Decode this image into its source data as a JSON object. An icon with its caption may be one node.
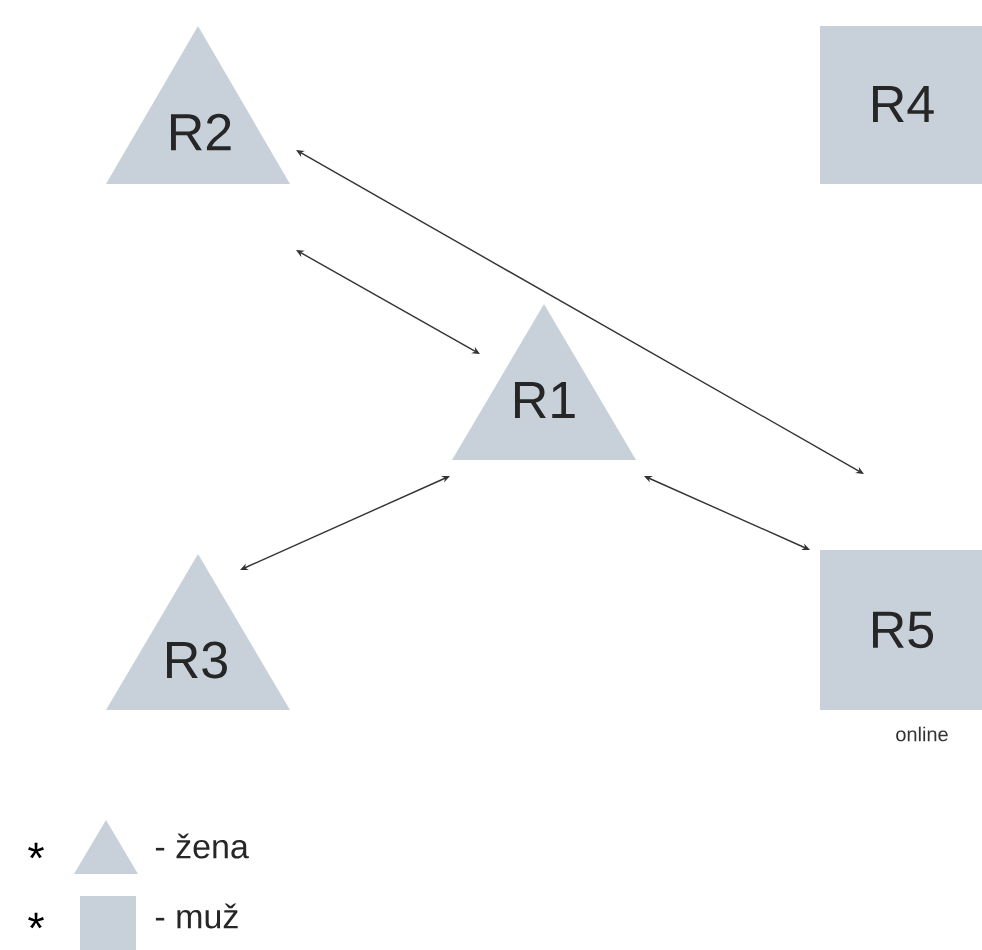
{
  "diagram": {
    "nodes": [
      {
        "text": [
          "R2"
        ]
      },
      {
        "text": [
          "R4"
        ]
      },
      {
        "text": [
          "R1"
        ]
      },
      {
        "text": [
          "R3"
        ]
      },
      {
        "text": [
          "R5"
        ],
        "beside": [
          "online"
        ]
      }
    ],
    "edges": [
      {
        "from": 0,
        "to": 4,
        "arrow": "both"
      },
      {
        "from": 0,
        "to": 2,
        "arrow": "both"
      },
      {
        "from": 2,
        "to": 3,
        "arrow": "both"
      },
      {
        "from": 2,
        "to": 4,
        "arrow": "both"
      }
    ],
    "labels": [
      "*",
      "*"
    ],
    "legend": [
      {
        "text": "- žena"
      },
      {
        "text": "- muž"
      }
    ]
  }
}
